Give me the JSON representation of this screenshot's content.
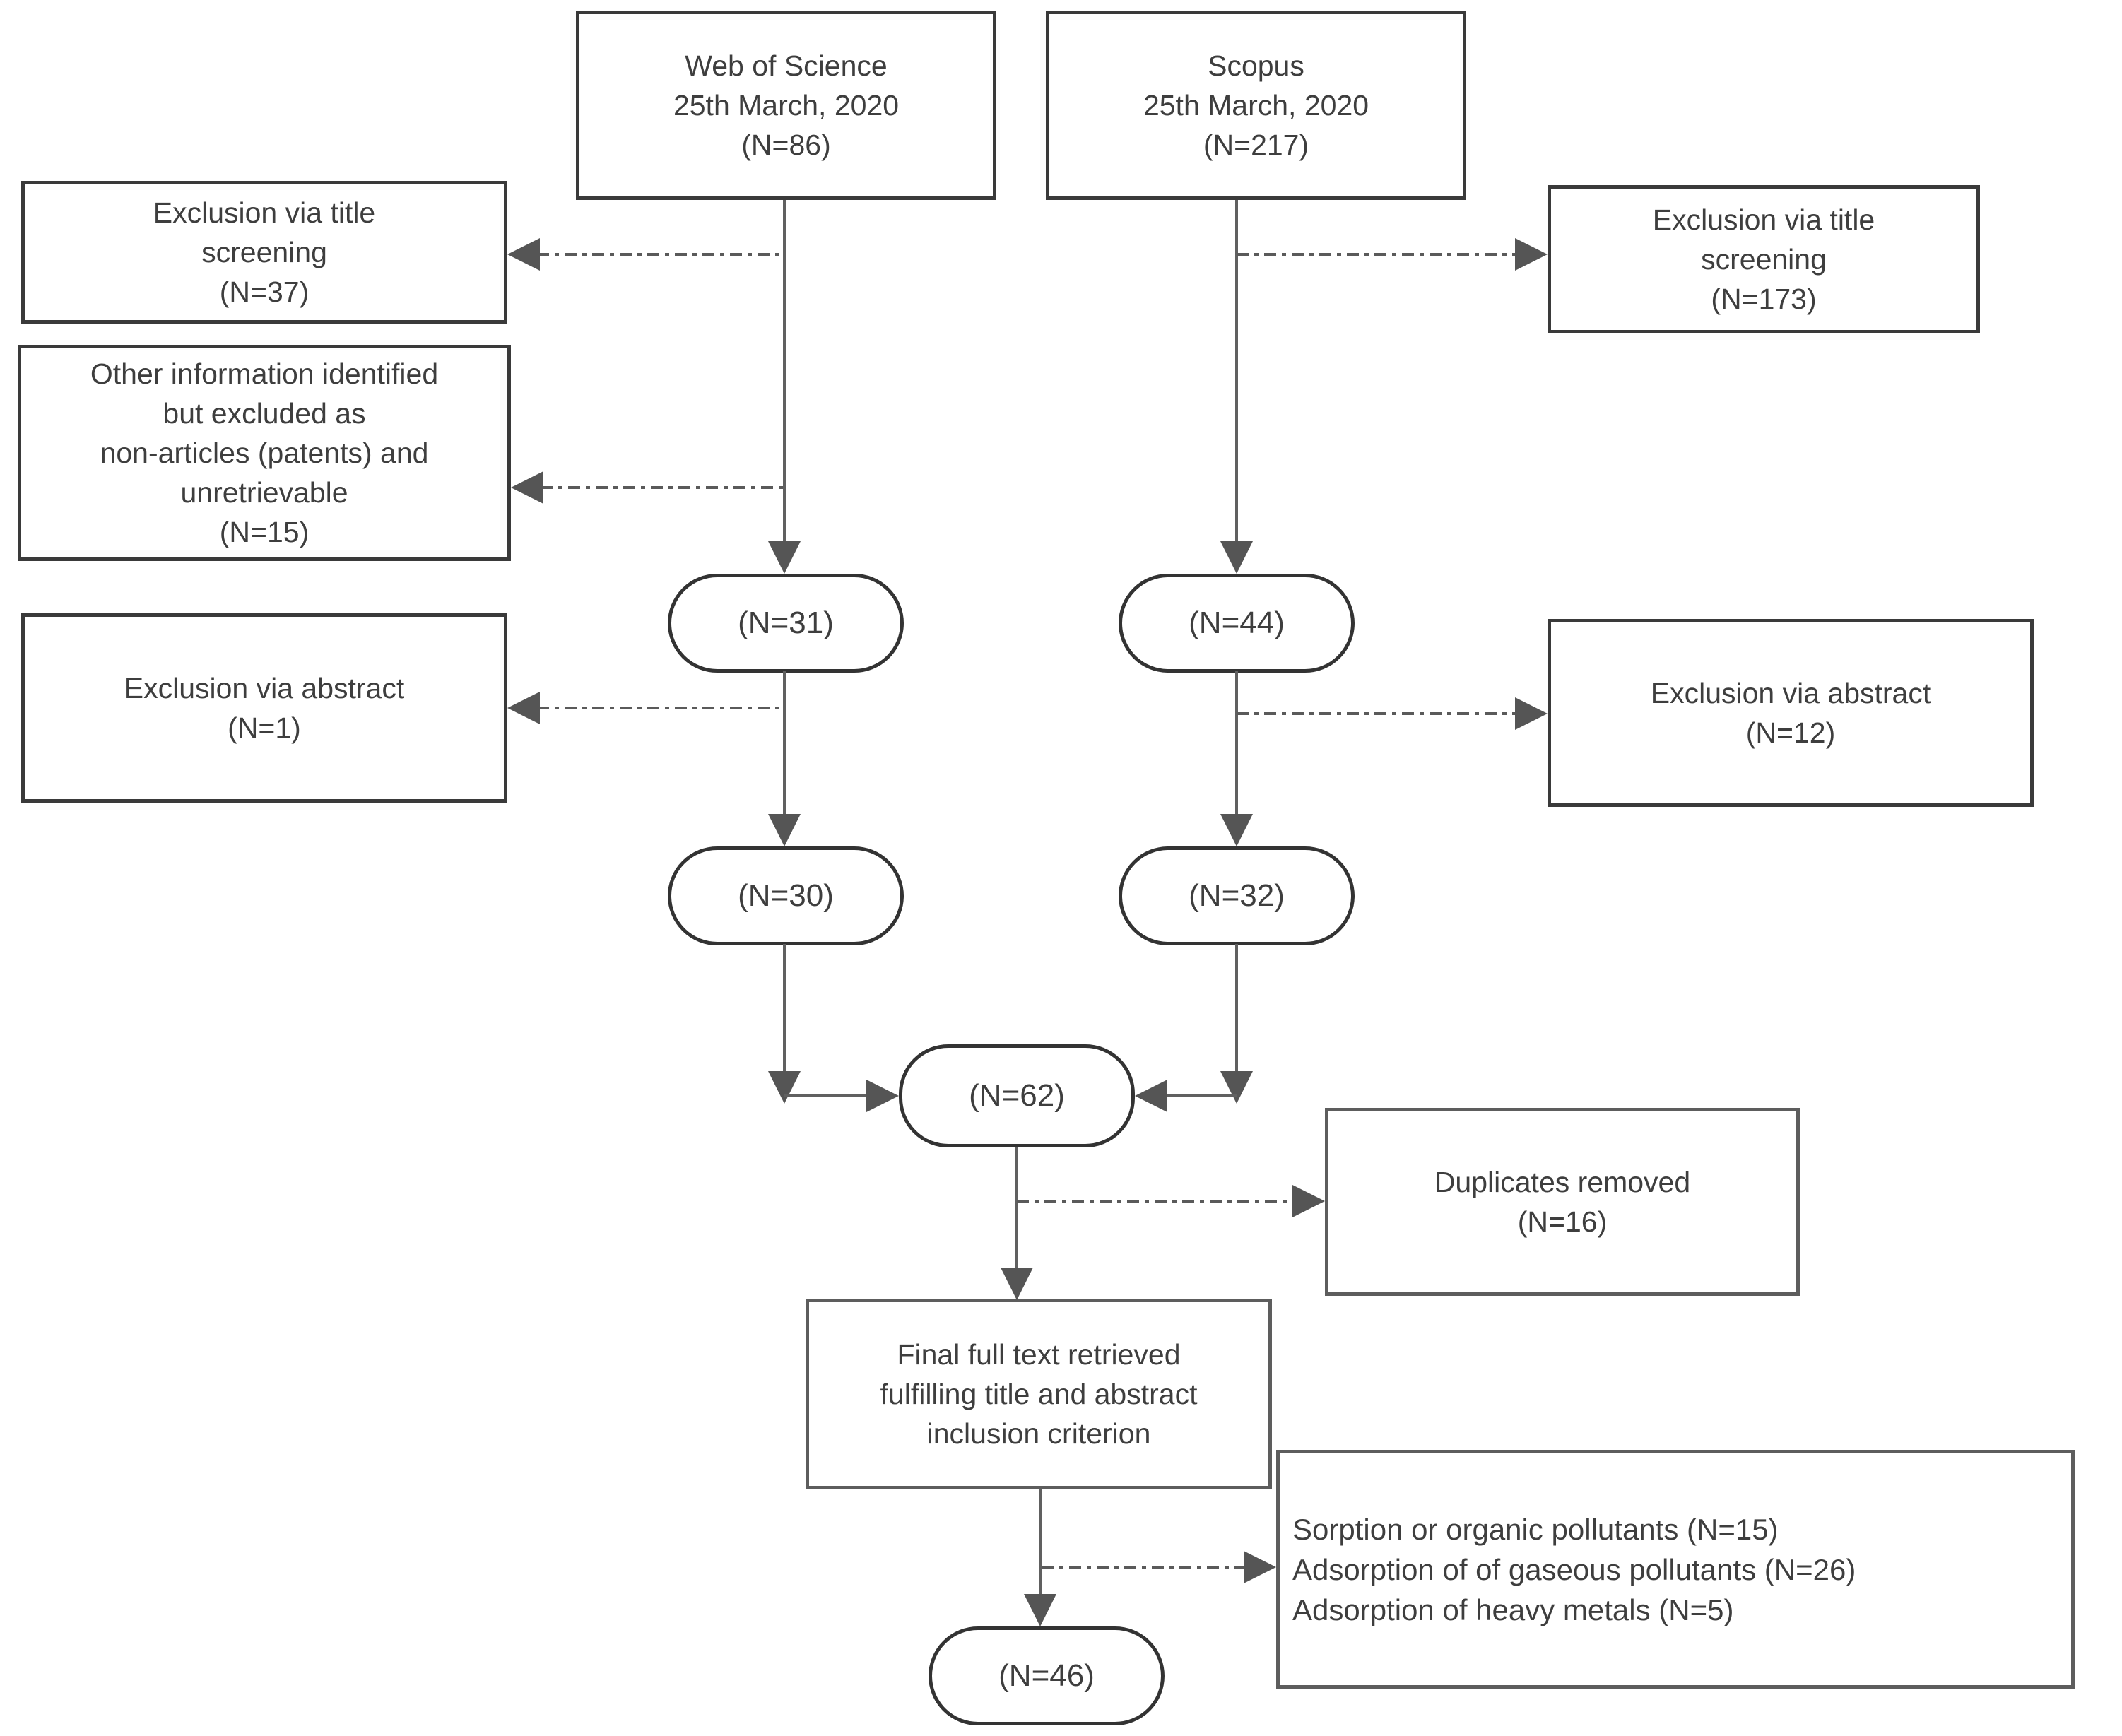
{
  "diagram": {
    "background": "#ffffff",
    "colors": {
      "box_border": "#3a3a3a",
      "light_border": "#5d5d5d",
      "connector": "#5a5a5a",
      "text": "#3e3e3e"
    },
    "nodes": {
      "wos_box": {
        "lines": [
          "Web of Science",
          "25th March, 2020",
          "(N=86)"
        ]
      },
      "scopus_box": {
        "lines": [
          "Scopus",
          "25th March, 2020",
          "(N=217)"
        ]
      },
      "exclusion_title_left": {
        "lines": [
          "Exclusion via title",
          "screening",
          "(N=37)"
        ]
      },
      "other_information": {
        "lines": [
          "Other information identified",
          "but excluded as",
          "non-articles (patents) and",
          "unretrievable",
          "(N=15)"
        ]
      },
      "exclusion_abstract_left": {
        "lines": [
          "Exclusion via abstract",
          "(N=1)"
        ]
      },
      "exclusion_title_right": {
        "lines": [
          "Exclusion via title",
          "screening",
          "(N=173)"
        ]
      },
      "exclusion_abstract_right": {
        "lines": [
          "Exclusion via abstract",
          "(N=12)"
        ]
      },
      "oval_n31": {
        "label": "(N=31)"
      },
      "oval_n44": {
        "label": "(N=44)"
      },
      "oval_n30": {
        "label": "(N=30)"
      },
      "oval_n32": {
        "label": "(N=32)"
      },
      "oval_n62": {
        "label": "(N=62)"
      },
      "duplicates_box": {
        "lines": [
          "Duplicates removed",
          "(N=16)"
        ]
      },
      "final_box": {
        "lines": [
          "Final full text retrieved",
          "fulfilling title and abstract",
          "inclusion criterion"
        ]
      },
      "outcomes_box": {
        "lines": [
          "Sorption or organic pollutants (N=15)",
          "Adsorption of of gaseous pollutants (N=26)",
          "Adsorption of heavy metals (N=5)"
        ]
      },
      "oval_n46": {
        "label": "(N=46)"
      }
    }
  }
}
